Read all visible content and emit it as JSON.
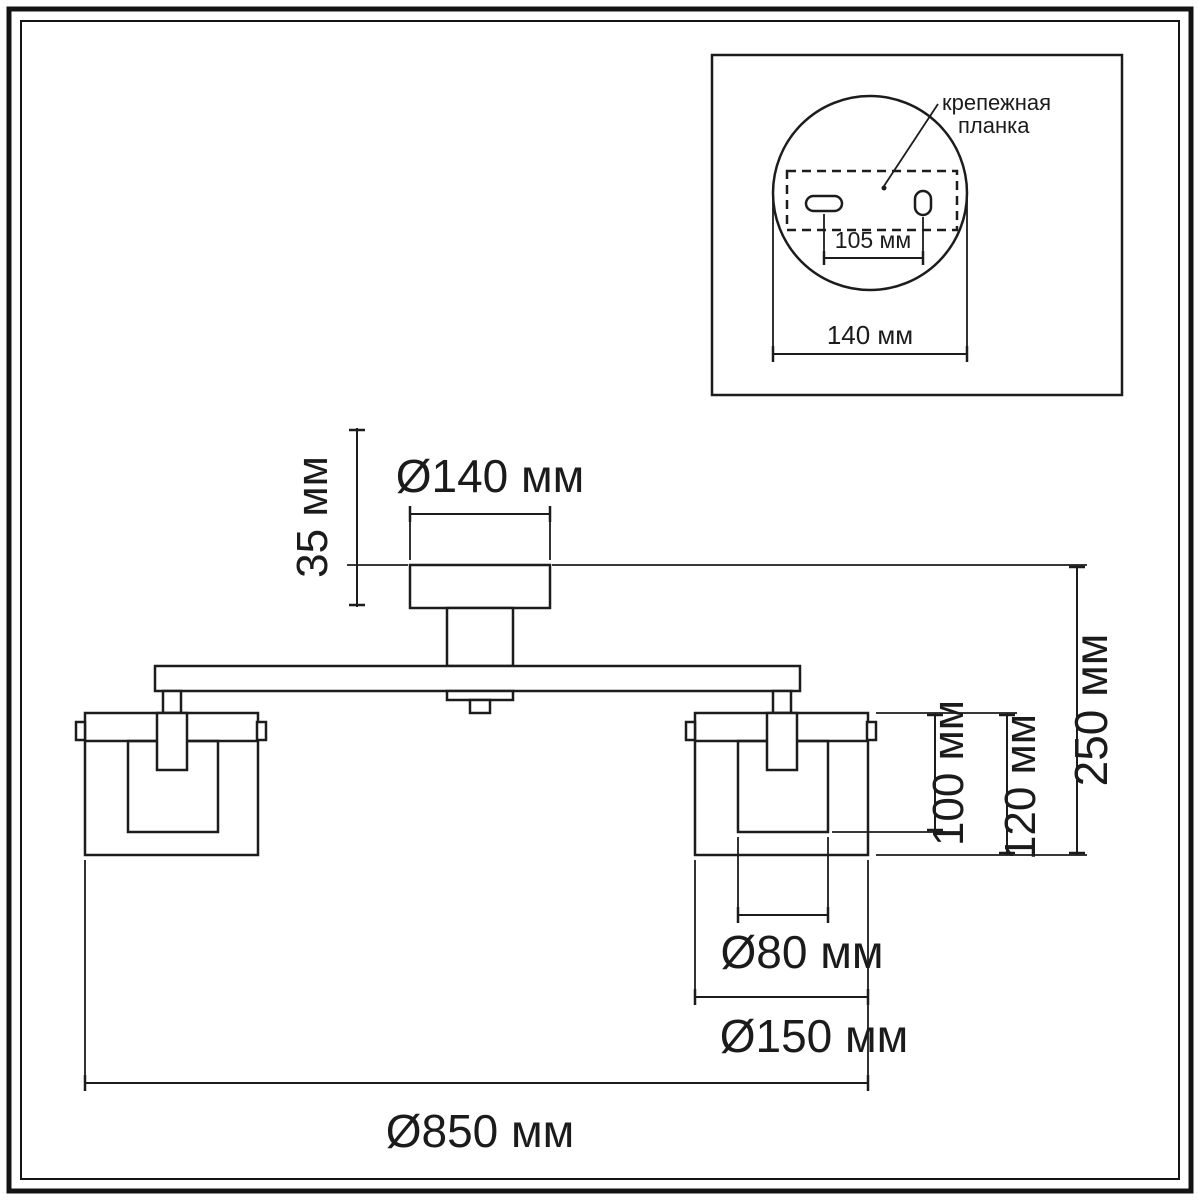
{
  "mount_inset": {
    "label": {
      "line1": "крепежная",
      "line2": "планка"
    },
    "slot_spacing": "105 мм",
    "plate_diameter": "140 мм"
  },
  "dimensions": {
    "canopy_height": "35 мм",
    "canopy_diameter": "Ø140 мм",
    "total_height": "250 мм",
    "inner_shade_height": "100 мм",
    "shade_height": "120 мм",
    "inner_shade_diameter": "Ø80 мм",
    "shade_diameter": "Ø150 мм",
    "total_width": "Ø850 мм"
  },
  "colors": {
    "line": "#1c1c1c",
    "background": "#ffffff"
  }
}
